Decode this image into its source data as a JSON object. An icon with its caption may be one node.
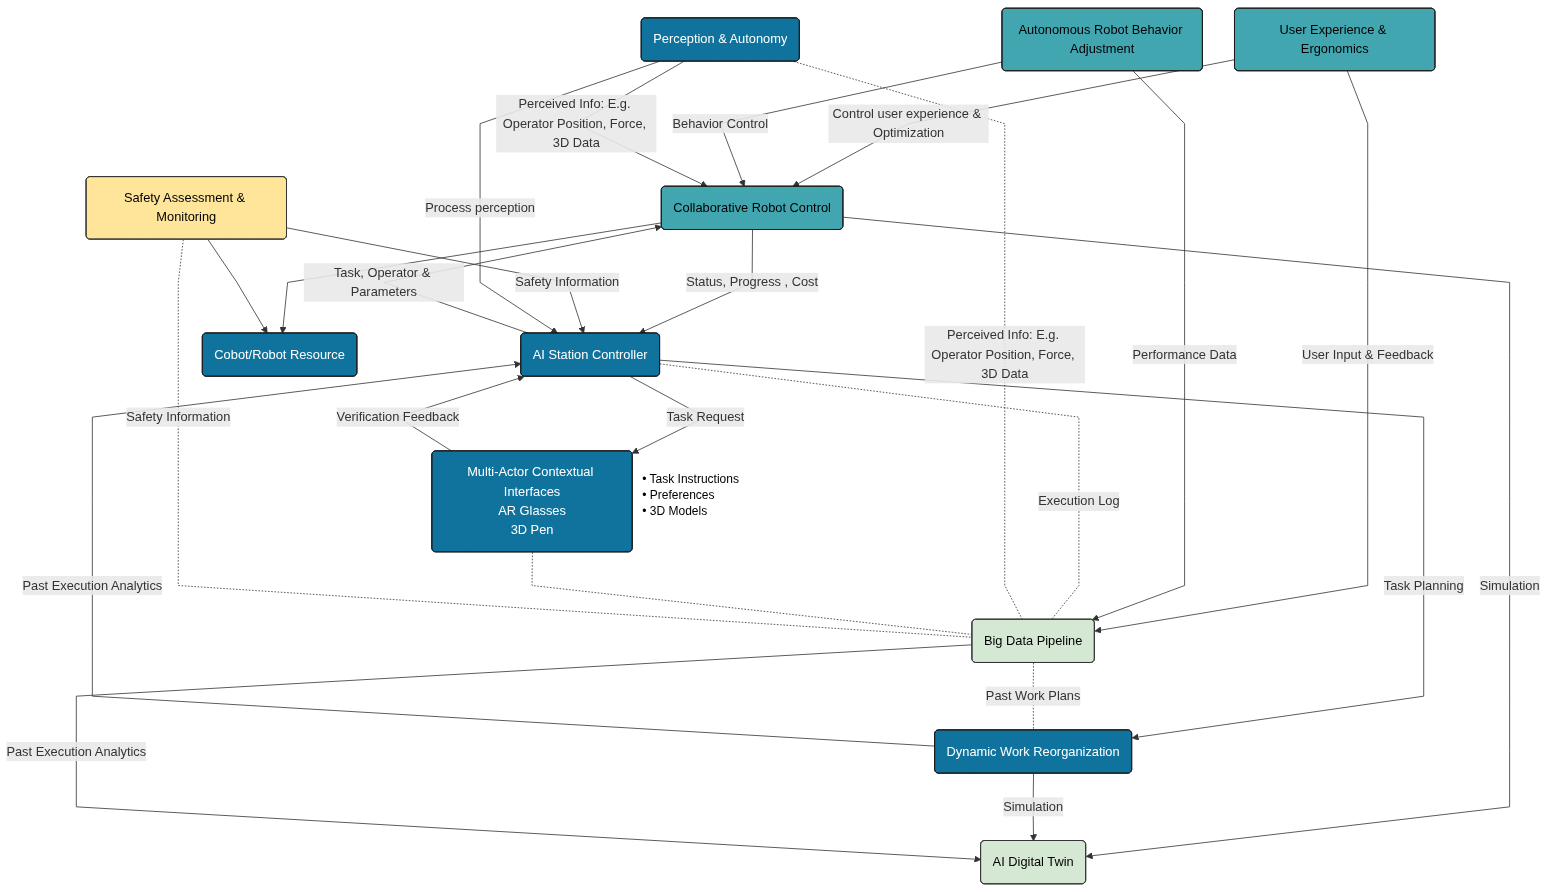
{
  "diagram": {
    "nodes": [
      {
        "text": [
          "User Experience & Ergonomics"
        ]
      },
      {
        "text": [
          "Autonomous Robot Behavior Adjustment"
        ]
      },
      {
        "text": [
          "AI Digital Twin"
        ]
      },
      {
        "text": [
          "Big Data Pipeline"
        ]
      },
      {
        "text": [
          "Collaborative Robot Control"
        ]
      },
      {
        "text": [
          "AI Station Controller"
        ]
      },
      {
        "text": [
          "Dynamic Work Reorganization"
        ]
      },
      {
        "text": [
          "Cobot/Robot Resource"
        ]
      },
      {
        "text": [
          "Perception & Autonomy"
        ]
      },
      {
        "text": [
          "Multi-Actor Contextual Interfaces",
          "AR Glasses",
          "3D Pen"
        ],
        "beside": [
          "• Task Instructions",
          "• Preferences",
          "• 3D Models"
        ]
      },
      {
        "text": [
          "Safety Assessment & Monitoring"
        ]
      }
    ],
    "edges": [
      {
        "from": 4,
        "to": 2,
        "arrow": "to",
        "label": "Simulation"
      },
      {
        "from": 0,
        "to": 4,
        "arrow": "to",
        "label": "Control user experience & Optimization"
      },
      {
        "from": 0,
        "to": 3,
        "arrow": "to",
        "label": "User Input & Feedback"
      },
      {
        "from": 1,
        "to": 4,
        "arrow": "to",
        "label": "Behavior Control"
      },
      {
        "from": 1,
        "to": 3,
        "arrow": "to",
        "label": "Performance Data"
      },
      {
        "from": 5,
        "to": 4,
        "arrow": "to",
        "label": "Task, Operator & Parameters"
      },
      {
        "from": 4,
        "to": 5,
        "arrow": "to",
        "label": "Status, Progress , Cost"
      },
      {
        "from": 5,
        "to": 6,
        "arrow": "to",
        "label": "Task Planning"
      },
      {
        "from": 6,
        "to": 5,
        "arrow": "to",
        "label": "Past Execution Analytics"
      },
      {
        "from": 6,
        "to": 2,
        "arrow": "to",
        "label": "Simulation"
      },
      {
        "from": 3,
        "to": 2,
        "arrow": "to",
        "label": "Past Execution Analytics"
      },
      {
        "from": 3,
        "to": 6,
        "arrow": "none",
        "label": "Past Work Plans",
        "style": "dashed"
      },
      {
        "from": 4,
        "to": 7,
        "arrow": "to"
      },
      {
        "from": 10,
        "to": 7,
        "arrow": "to"
      },
      {
        "from": 10,
        "to": 5,
        "arrow": "to",
        "label": "Safety Information"
      },
      {
        "from": 8,
        "to": 4,
        "arrow": "to",
        "label": "Perceived Info: E.g. Operator Position, Force, 3D Data"
      },
      {
        "from": 8,
        "to": 5,
        "arrow": "to",
        "label": "Process perception"
      },
      {
        "from": 9,
        "to": 5,
        "arrow": "to",
        "label": "Verification Feedback"
      },
      {
        "from": 5,
        "to": 9,
        "arrow": "to",
        "label": "Task Request"
      },
      {
        "from": 5,
        "to": 3,
        "arrow": "none",
        "label": "Execution Log",
        "style": "dashed"
      },
      {
        "from": 8,
        "to": 3,
        "arrow": "none",
        "label": "Perceived Info: E.g. Operator Position, Force, 3D Data",
        "style": "dashed"
      },
      {
        "from": 9,
        "to": 3,
        "arrow": "none",
        "style": "dashed"
      },
      {
        "from": 10,
        "to": 3,
        "arrow": "none",
        "label": "Safety Information",
        "style": "dashed"
      }
    ]
  }
}
